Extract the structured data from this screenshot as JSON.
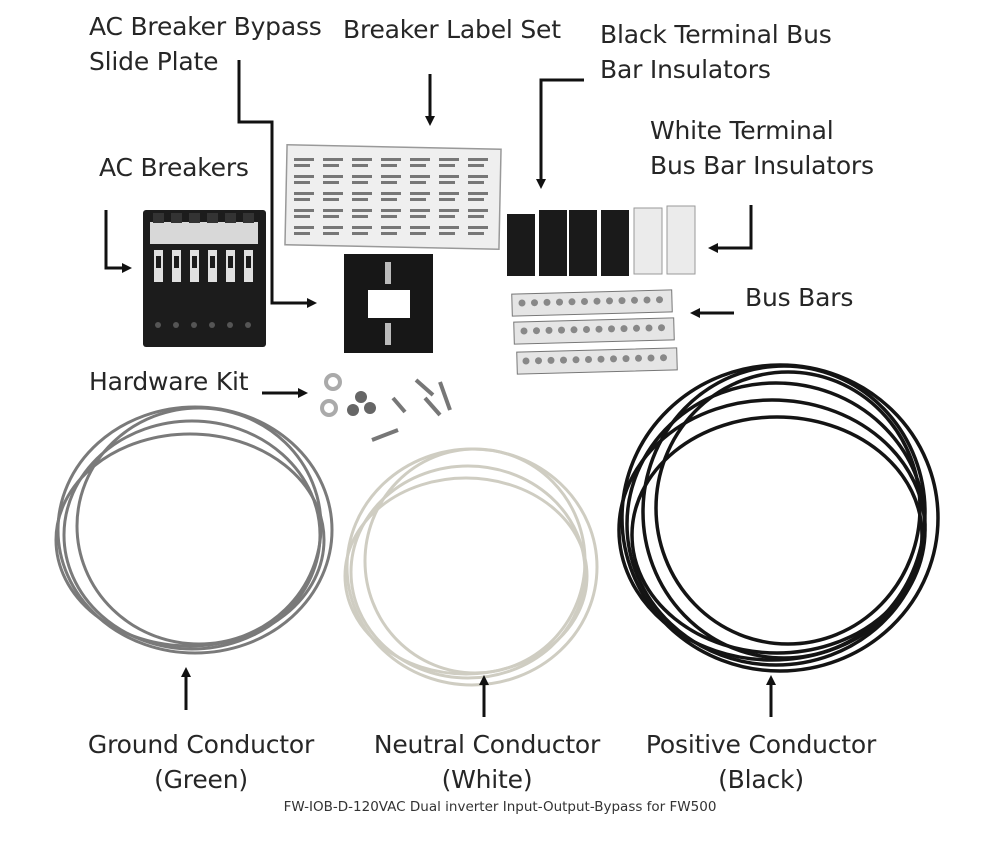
{
  "labels": {
    "bypass_plate": "AC Breaker Bypass\nSlide Plate",
    "label_set": "Breaker Label Set",
    "black_insulators": "Black Terminal Bus\nBar Insulators",
    "white_insulators": "White Terminal\nBus Bar Insulators",
    "ac_breakers": "AC Breakers",
    "bus_bars": "Bus Bars",
    "hardware_kit": "Hardware Kit",
    "ground": "Ground Conductor\n(Green)",
    "neutral": "Neutral Conductor\n(White)",
    "positive": "Positive Conductor\n(Black)"
  },
  "caption": "FW-IOB-D-120VAC Dual inverter Input-Output-Bypass for FW500",
  "colors": {
    "ground_wire": "#7a7a7a",
    "neutral_wire": "#e8e6dc",
    "positive_wire": "#141414",
    "breaker_body": "#1c1c1c",
    "label_card": "#eeeeee"
  }
}
